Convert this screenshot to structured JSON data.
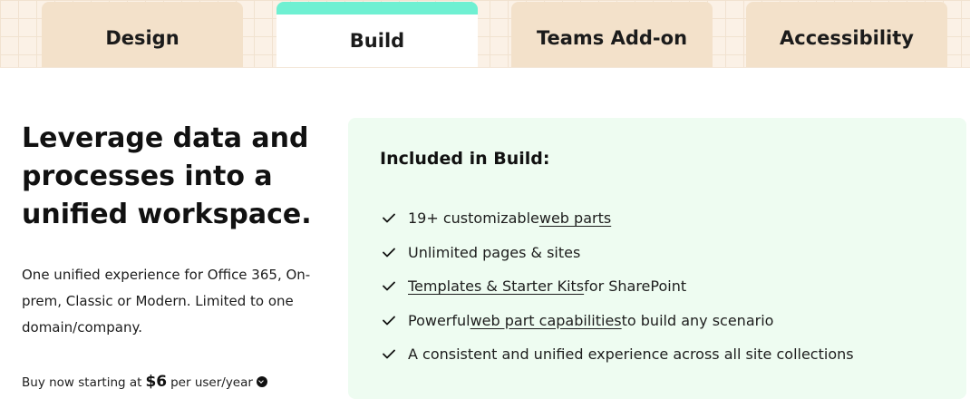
{
  "tabs": {
    "design": "Design",
    "build": "Build",
    "teams": "Teams Add-on",
    "accessibility": "Accessibility",
    "active": "Build"
  },
  "hero": {
    "headline": "Leverage data and processes into a unified workspace.",
    "description": "One unified experience for Office 365, On-prem, Classic or Modern. Limited to one domain/company."
  },
  "pricing": {
    "prefix": "Buy now starting at",
    "price": "$6",
    "suffix": "per user/year"
  },
  "included": {
    "title": "Included in Build:",
    "features": [
      {
        "before": "19+ customizable ",
        "link": "web parts",
        "after": ""
      },
      {
        "before": "Unlimited pages & sites",
        "link": "",
        "after": ""
      },
      {
        "before": "",
        "link": "Templates & Starter Kits",
        "after": " for SharePoint"
      },
      {
        "before": "Powerful ",
        "link": "web part capabilities",
        "after": " to build any scenario"
      },
      {
        "before": "A consistent and unified experience across all site collections",
        "link": "",
        "after": ""
      }
    ]
  },
  "icons": {
    "feature_bullet": "checkmark-icon",
    "price_toggle": "chevron-down-circle-icon"
  },
  "colors": {
    "active_tab_accent": "#6ff0d2",
    "tab_background": "#f3e1ca",
    "strip_background": "#fbf1e6",
    "panel_background": "#eefcf1"
  }
}
